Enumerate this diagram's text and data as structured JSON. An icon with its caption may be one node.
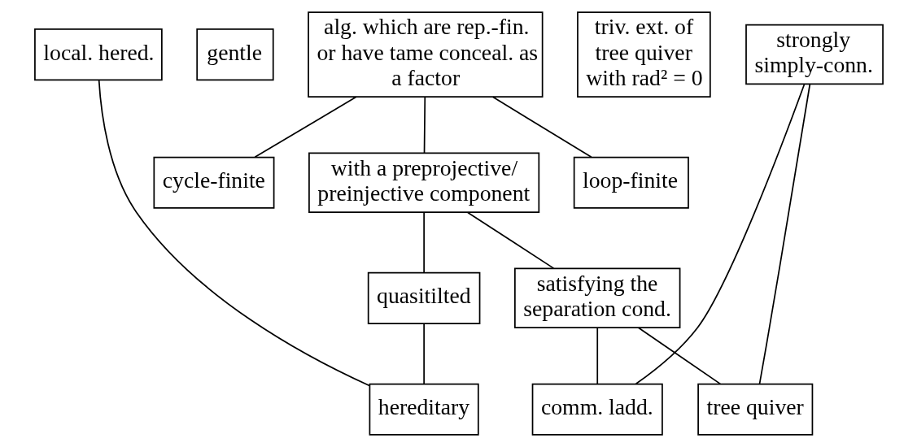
{
  "diagram": {
    "nodes": [
      {
        "text": [
          "local. hered."
        ]
      },
      {
        "text": [
          "gentle"
        ]
      },
      {
        "text": [
          "alg. which are rep.-fin. or have tame conceal. as a factor"
        ]
      },
      {
        "text": [
          "triv. ext. of tree quiver with rad² = 0"
        ]
      },
      {
        "text": [
          "strongly simply-conn."
        ]
      },
      {
        "text": [
          "cycle-finite"
        ]
      },
      {
        "text": [
          "with a preprojective/ preinjective component"
        ]
      },
      {
        "text": [
          "loop-finite"
        ]
      },
      {
        "text": [
          "quasitilted"
        ]
      },
      {
        "text": [
          "satisfying the separation cond."
        ]
      },
      {
        "text": [
          "hereditary"
        ]
      },
      {
        "text": [
          "comm. ladd."
        ]
      },
      {
        "text": [
          "tree quiver"
        ]
      }
    ],
    "edges": [
      {
        "from": 0,
        "to": 10,
        "arrow": "none"
      },
      {
        "from": 2,
        "to": 5,
        "arrow": "none"
      },
      {
        "from": 2,
        "to": 6,
        "arrow": "none"
      },
      {
        "from": 2,
        "to": 7,
        "arrow": "none"
      },
      {
        "from": 6,
        "to": 8,
        "arrow": "none"
      },
      {
        "from": 6,
        "to": 9,
        "arrow": "none"
      },
      {
        "from": 8,
        "to": 10,
        "arrow": "none"
      },
      {
        "from": 9,
        "to": 11,
        "arrow": "none"
      },
      {
        "from": 9,
        "to": 12,
        "arrow": "none"
      },
      {
        "from": 4,
        "to": 11,
        "arrow": "none"
      },
      {
        "from": 4,
        "to": 12,
        "arrow": "none"
      }
    ]
  }
}
